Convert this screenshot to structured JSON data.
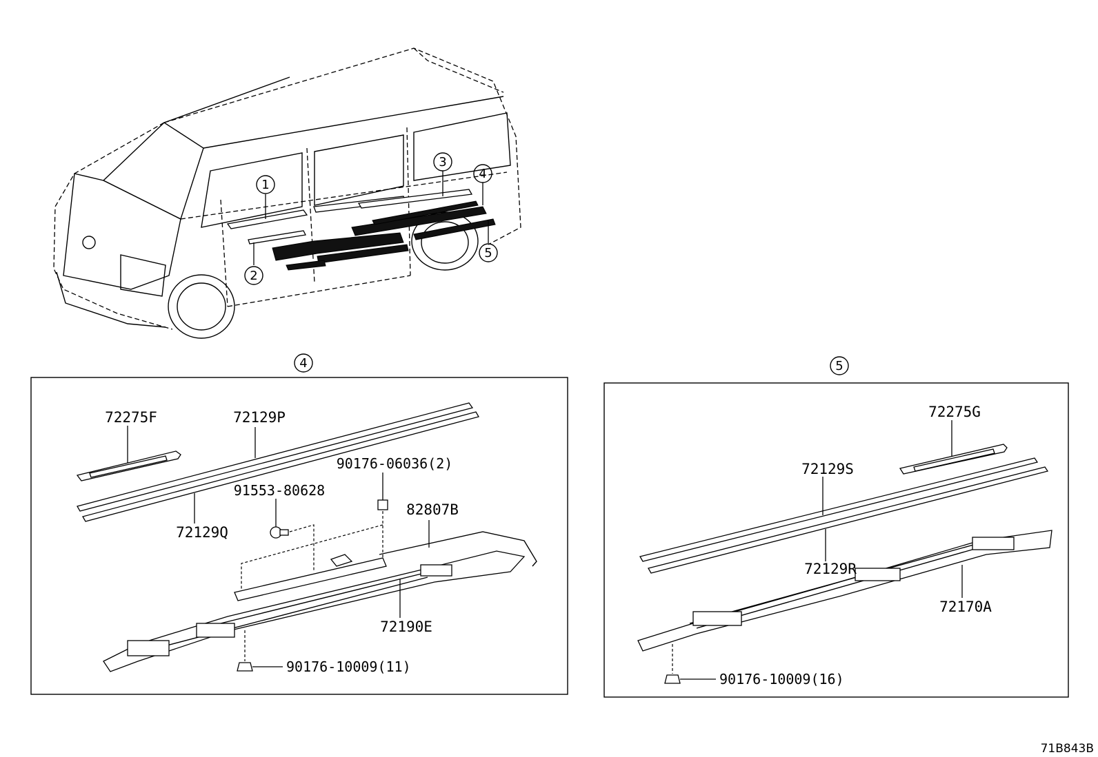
{
  "callouts": [
    {
      "id": "1",
      "label": "1"
    },
    {
      "id": "2",
      "label": "2"
    },
    {
      "id": "3",
      "label": "3"
    },
    {
      "id": "4",
      "label": "4"
    },
    {
      "id": "5",
      "label": "5"
    }
  ],
  "panel_left": {
    "marker": "4",
    "parts": {
      "p1": "72275F",
      "p2": "72129P",
      "p3": "72129Q",
      "p4": "90176-06036(2)",
      "p5": "91553-80628",
      "p6": "82807B",
      "p7": "72190E",
      "p8": "90176-10009(11)"
    }
  },
  "panel_right": {
    "marker": "5",
    "parts": {
      "p1": "72275G",
      "p2": "72129S",
      "p3": "72129R",
      "p4": "72170A",
      "p5": "90176-10009(16)"
    }
  },
  "figure_ref": "71B843B"
}
